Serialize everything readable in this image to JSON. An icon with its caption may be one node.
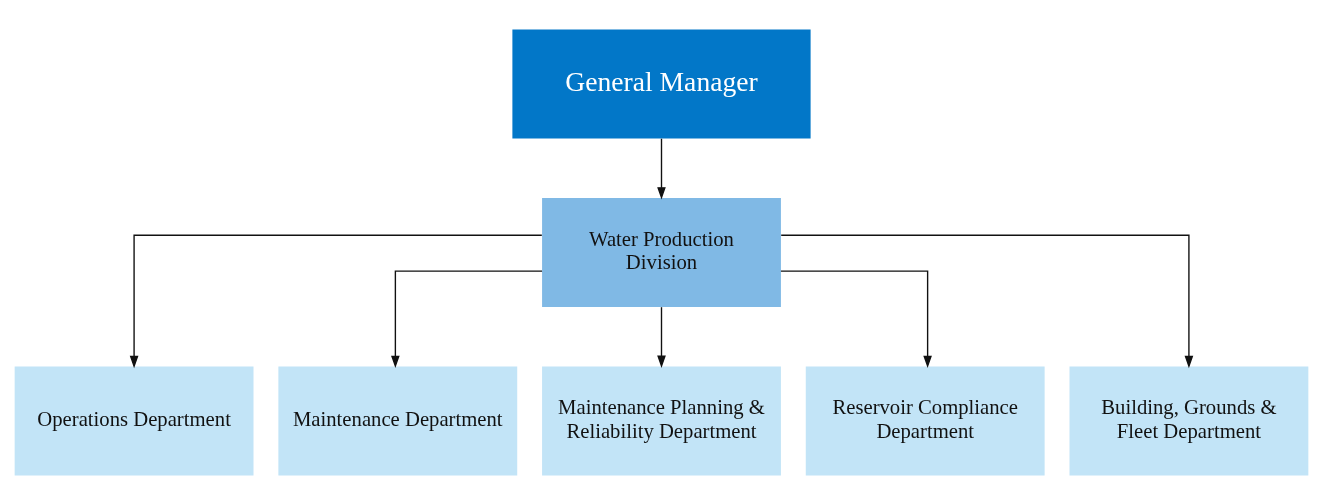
{
  "diagram": {
    "nodes": [
      {
        "text": [
          "General Manager"
        ]
      },
      {
        "text": [
          "Water Production Division"
        ]
      },
      {
        "text": [
          "Operations Department"
        ]
      },
      {
        "text": [
          "Maintenance Department"
        ]
      },
      {
        "text": [
          "Maintenance Planning & Reliability Department"
        ]
      },
      {
        "text": [
          "Reservoir Compliance Department"
        ]
      },
      {
        "text": [
          "Building, Grounds & Fleet Department"
        ]
      }
    ],
    "edges": [
      {
        "from": 0,
        "to": 1,
        "arrow": "to"
      },
      {
        "from": 1,
        "to": 2,
        "arrow": "to"
      },
      {
        "from": 1,
        "to": 3,
        "arrow": "to"
      },
      {
        "from": 1,
        "to": 4,
        "arrow": "to"
      },
      {
        "from": 1,
        "to": 5,
        "arrow": "to"
      },
      {
        "from": 1,
        "to": 6,
        "arrow": "to"
      }
    ]
  }
}
